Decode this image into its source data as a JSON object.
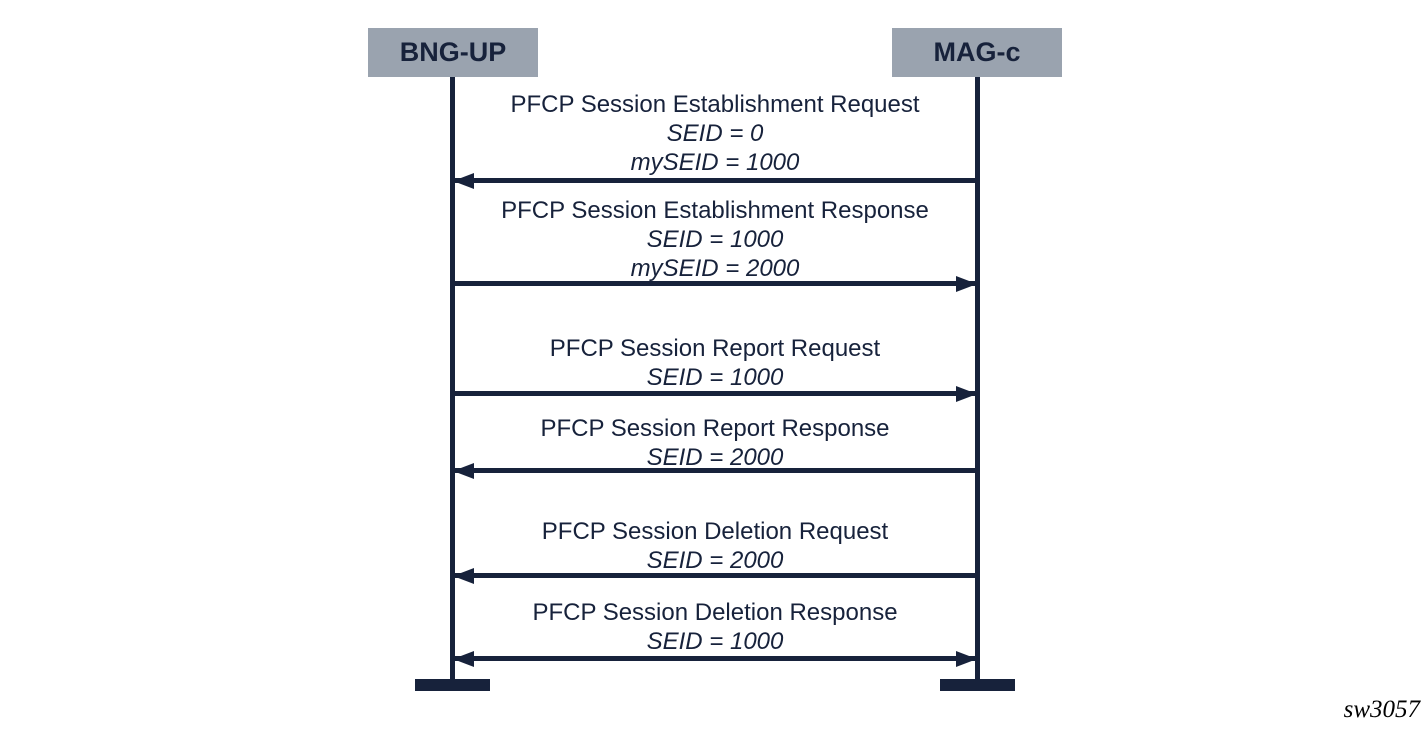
{
  "diagram": {
    "type": "sequence",
    "actors": [
      {
        "id": "bng-up",
        "label": "BNG-UP"
      },
      {
        "id": "mag-c",
        "label": "MAG-c"
      }
    ],
    "messages": [
      {
        "title": "PFCP Session Establishment Request",
        "params": [
          "SEID = 0",
          "mySEID = 1000"
        ],
        "from": "MAG-c",
        "to": "BNG-UP",
        "direction": "left"
      },
      {
        "title": "PFCP Session Establishment Response",
        "params": [
          "SEID = 1000",
          "mySEID = 2000"
        ],
        "from": "BNG-UP",
        "to": "MAG-c",
        "direction": "right"
      },
      {
        "title": "PFCP Session Report Request",
        "params": [
          "SEID = 1000"
        ],
        "from": "BNG-UP",
        "to": "MAG-c",
        "direction": "right"
      },
      {
        "title": "PFCP Session Report Response",
        "params": [
          "SEID = 2000"
        ],
        "from": "MAG-c",
        "to": "BNG-UP",
        "direction": "left"
      },
      {
        "title": "PFCP Session Deletion Request",
        "params": [
          "SEID = 2000"
        ],
        "from": "MAG-c",
        "to": "BNG-UP",
        "direction": "left"
      },
      {
        "title": "PFCP Session Deletion Response",
        "params": [
          "SEID = 1000"
        ],
        "from": "both",
        "to": "both",
        "direction": "both"
      }
    ],
    "watermark": "sw3057",
    "colors": {
      "line": "#17223B",
      "actor_fill": "#9AA3AF",
      "background": "#FFFFFF"
    }
  }
}
